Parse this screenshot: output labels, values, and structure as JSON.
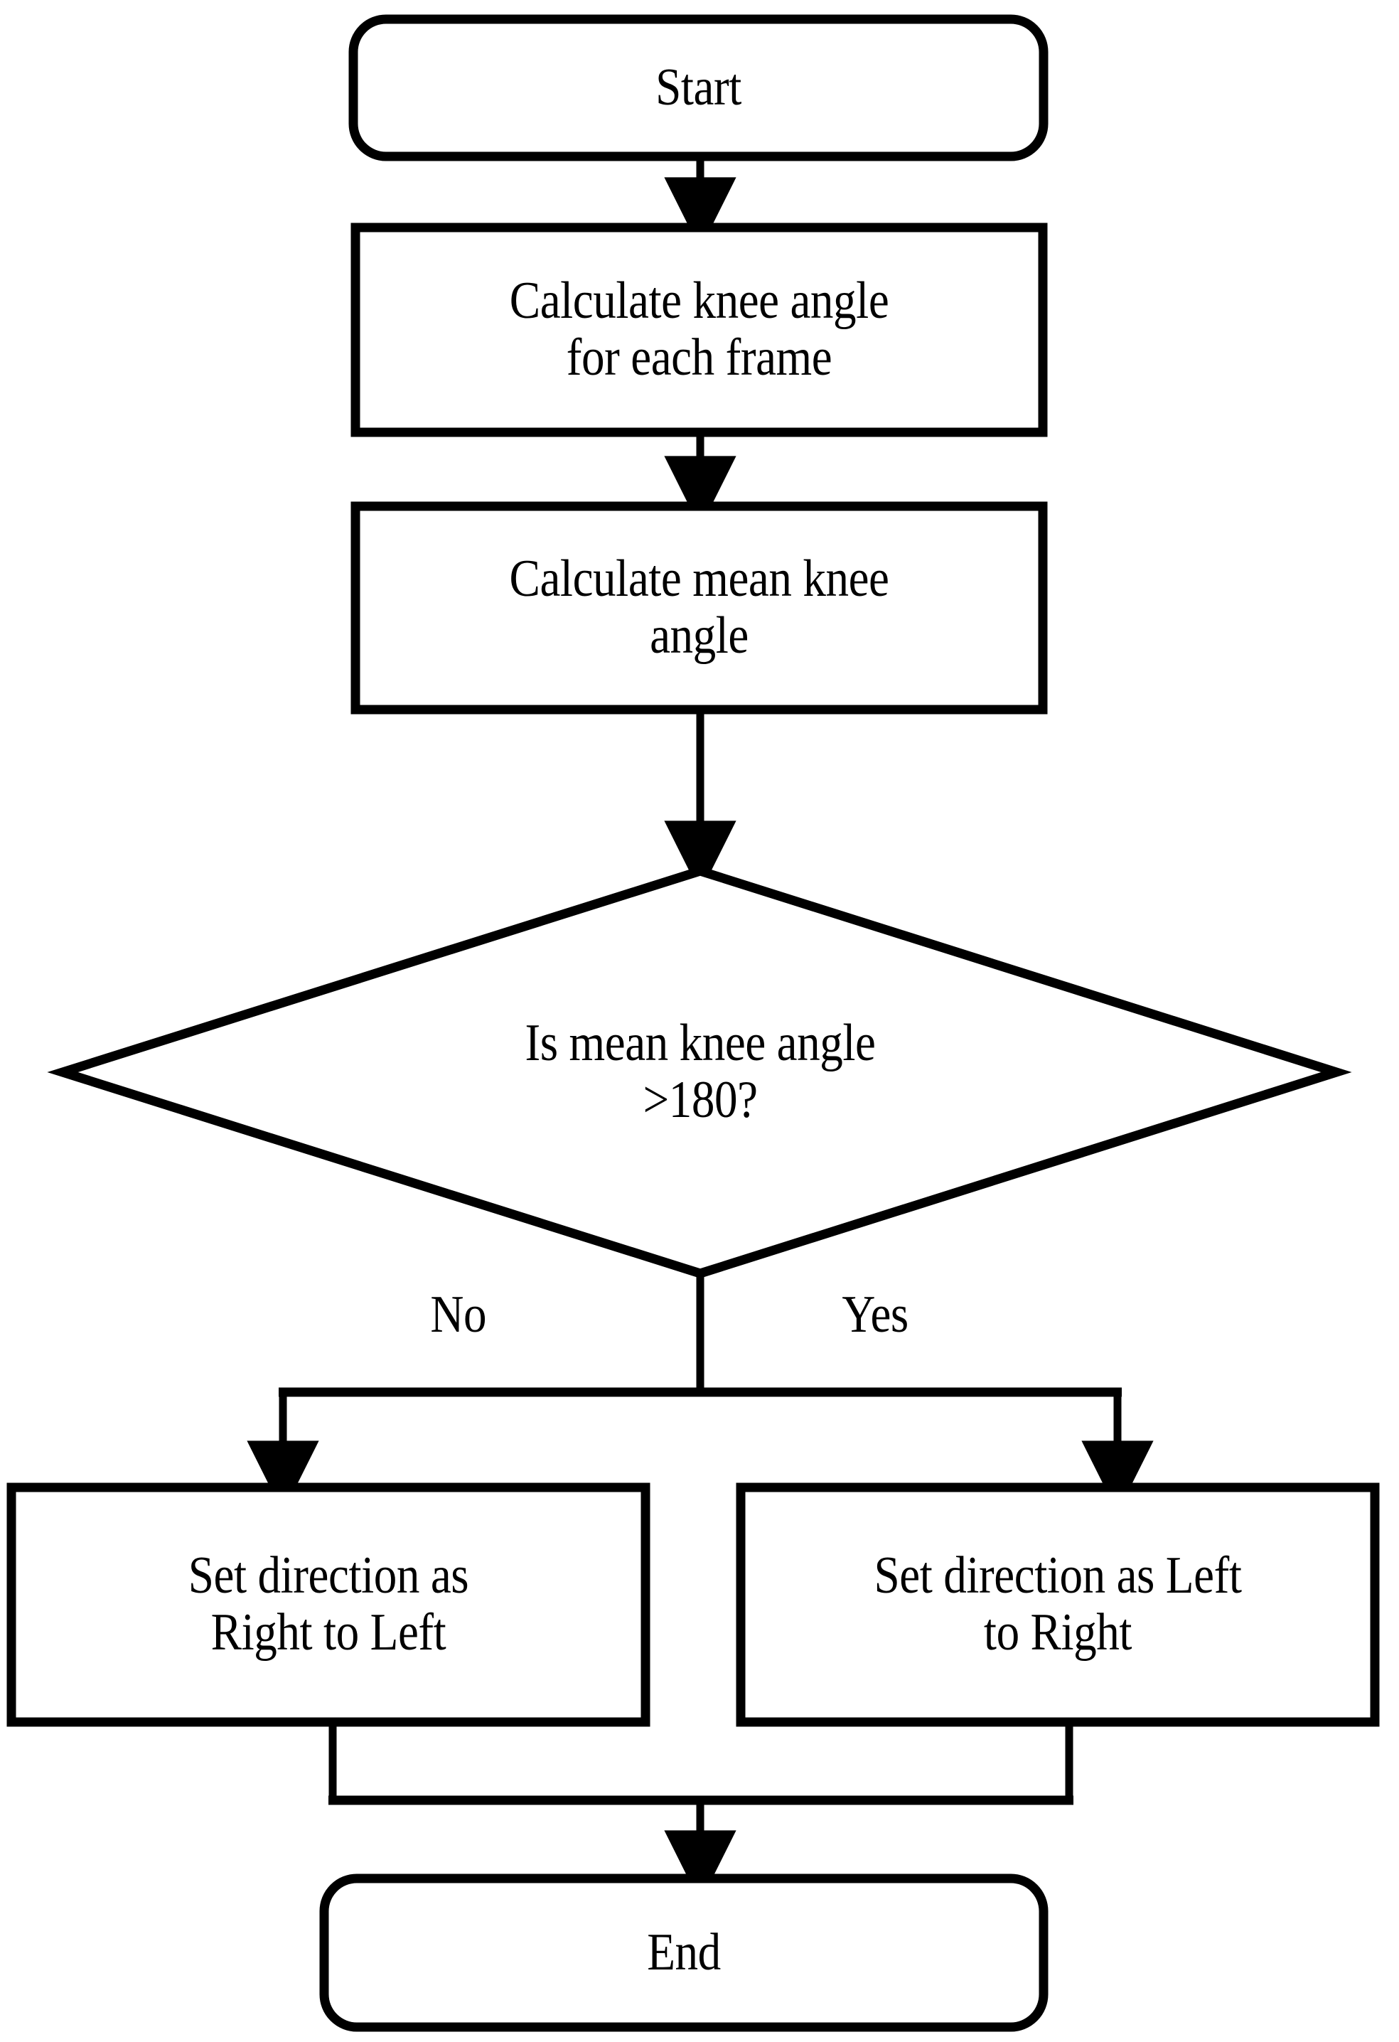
{
  "diagram": {
    "title": "Knee angle walking-direction decision flowchart",
    "type": "flowchart",
    "orientation": "top-to-bottom",
    "stroke_color": "#000000",
    "fill_color": "#ffffff",
    "background_color": "#ffffff"
  },
  "nodes": [
    {
      "id": "start",
      "shape": "rounded-rectangle",
      "label": "Start"
    },
    {
      "id": "calc_frame_angle",
      "shape": "rectangle",
      "label": "Calculate knee angle\nfor each frame"
    },
    {
      "id": "calc_mean_angle",
      "shape": "rectangle",
      "label": "Calculate mean knee\nangle"
    },
    {
      "id": "decision",
      "shape": "diamond",
      "label": "Is mean knee angle\n>180?"
    },
    {
      "id": "set_right_to_left",
      "shape": "rectangle",
      "label": "Set direction as\nRight to Left"
    },
    {
      "id": "set_left_to_right",
      "shape": "rectangle",
      "label": "Set direction as Left\nto Right"
    },
    {
      "id": "end",
      "shape": "rounded-rectangle",
      "label": "End"
    }
  ],
  "edge_labels": {
    "no": "No",
    "yes": "Yes"
  },
  "edges": [
    {
      "from": "start",
      "to": "calc_frame_angle",
      "label": ""
    },
    {
      "from": "calc_frame_angle",
      "to": "calc_mean_angle",
      "label": ""
    },
    {
      "from": "calc_mean_angle",
      "to": "decision",
      "label": ""
    },
    {
      "from": "decision",
      "to": "set_right_to_left",
      "label": "No"
    },
    {
      "from": "decision",
      "to": "set_left_to_right",
      "label": "Yes"
    },
    {
      "from": "set_right_to_left",
      "to": "end",
      "label": ""
    },
    {
      "from": "set_left_to_right",
      "to": "end",
      "label": ""
    }
  ]
}
